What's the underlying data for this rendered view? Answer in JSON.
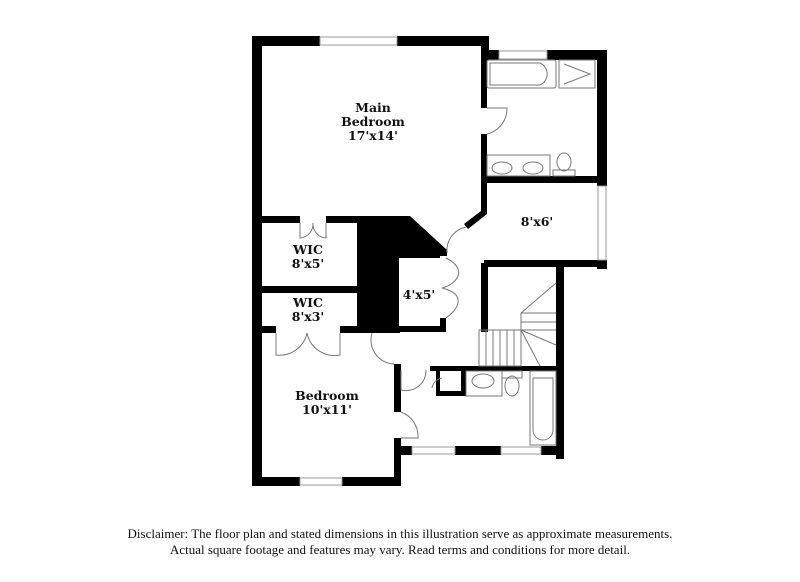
{
  "rooms": [
    {
      "id": "main-bedroom",
      "name": "Main\nBedroom",
      "line1": "Main",
      "line2": "Bedroom",
      "dims": "17'x14'"
    },
    {
      "id": "sitting-room",
      "name": "",
      "dims": "8'x6'"
    },
    {
      "id": "wic-1",
      "name": "WIC",
      "dims": "8'x5'"
    },
    {
      "id": "wic-2",
      "name": "WIC",
      "dims": "8'x3'"
    },
    {
      "id": "closet",
      "name": "",
      "dims": "4'x5'"
    },
    {
      "id": "bedroom",
      "name": "Bedroom",
      "dims": "10'x11'"
    }
  ],
  "disclaimer": {
    "line1": "Disclaimer: The floor plan and stated dimensions in this illustration serve as approximate measurements.",
    "line2": "Actual square footage and features may vary. Read terms and conditions for more detail."
  },
  "colors": {
    "wall": "#000000",
    "fixture": "#777777",
    "background": "#ffffff"
  }
}
